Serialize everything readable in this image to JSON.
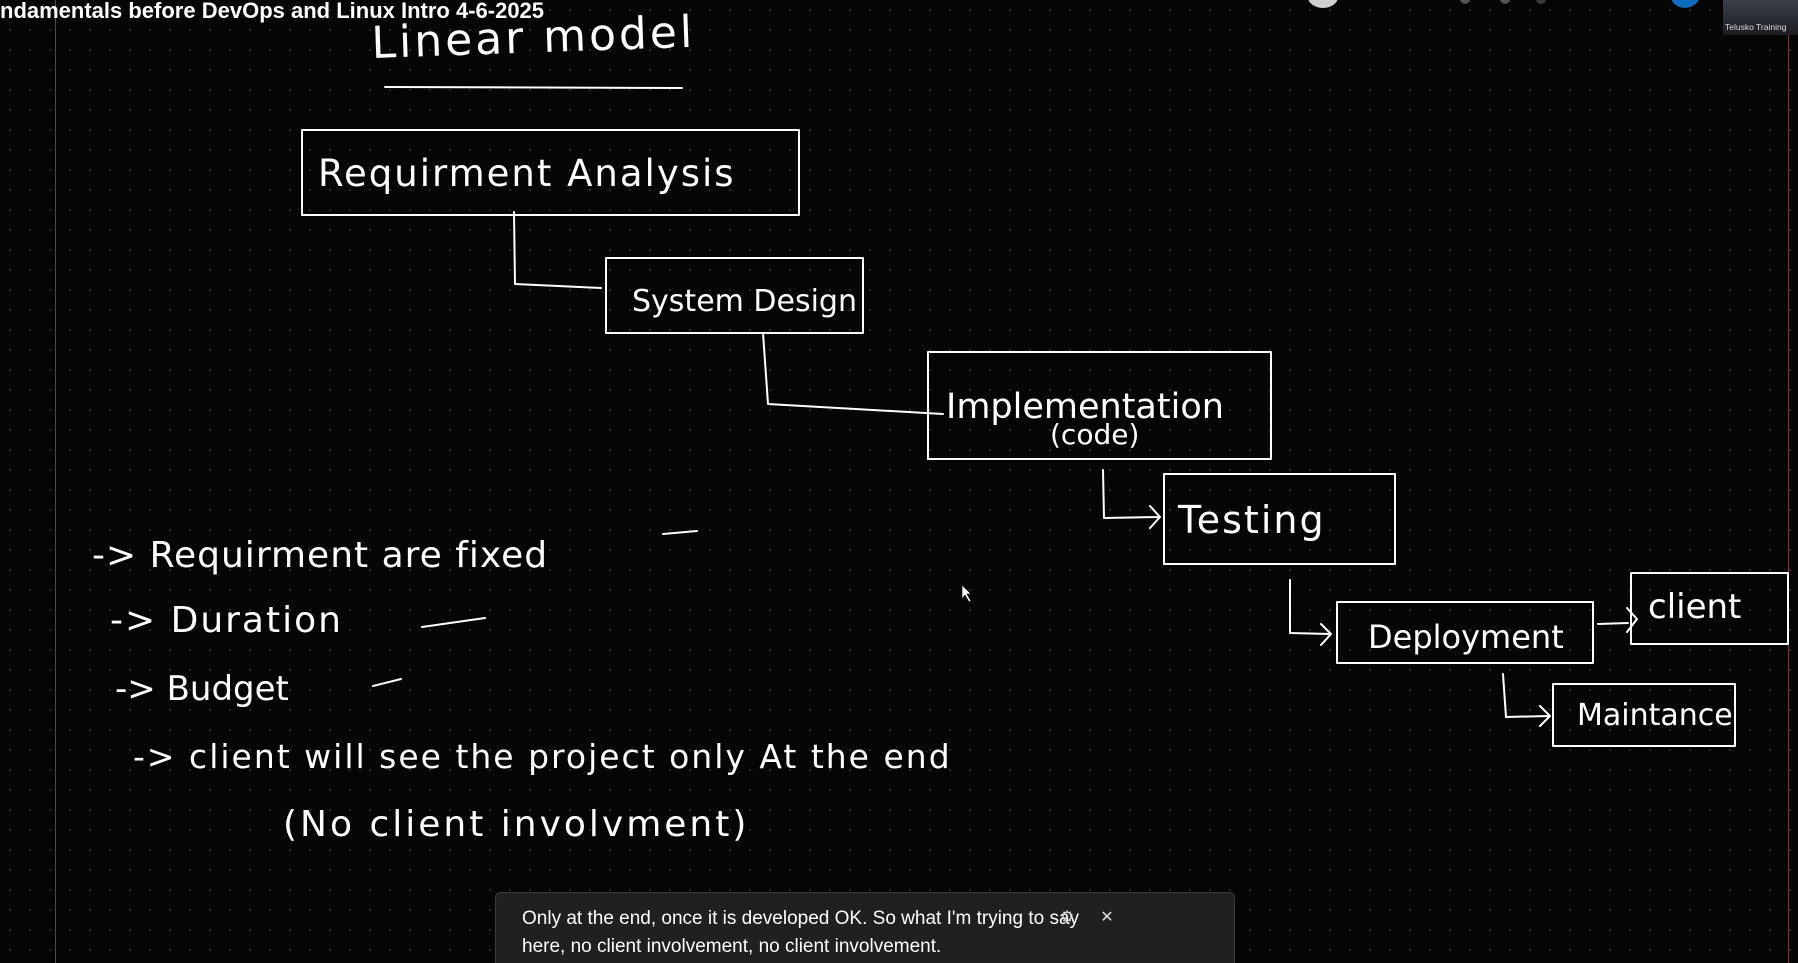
{
  "meeting": {
    "title": "ndamentals before DevOps and Linux Intro 4-6-2025",
    "participant_tile_label": "Telusko Training"
  },
  "whiteboard": {
    "heading": "Linear model",
    "phases": {
      "requirement": "Requirment Analysis",
      "design": "System Design",
      "implementation_line1": "Implementation",
      "implementation_line2": "(code)",
      "testing": "Testing",
      "deployment": "Deployment",
      "client": "client",
      "maintenance": "Maintance"
    },
    "notes": {
      "note1": "-> Requirment are fixed",
      "note2": "-> Duration",
      "note3": "-> Budget",
      "note4": "-> client will see the project only At the end",
      "note5": "(No client involvment)"
    }
  },
  "captions": {
    "text": "Only at the end, once it is developed OK. So what I'm trying to say here, no client involvement, no client involvement."
  },
  "colors": {
    "board_background": "#050505",
    "ink": "#ffffff",
    "caption_background": "#202020"
  },
  "icons": {
    "settings": "gear-icon",
    "close": "close-icon",
    "pointer": "cursor-icon"
  }
}
